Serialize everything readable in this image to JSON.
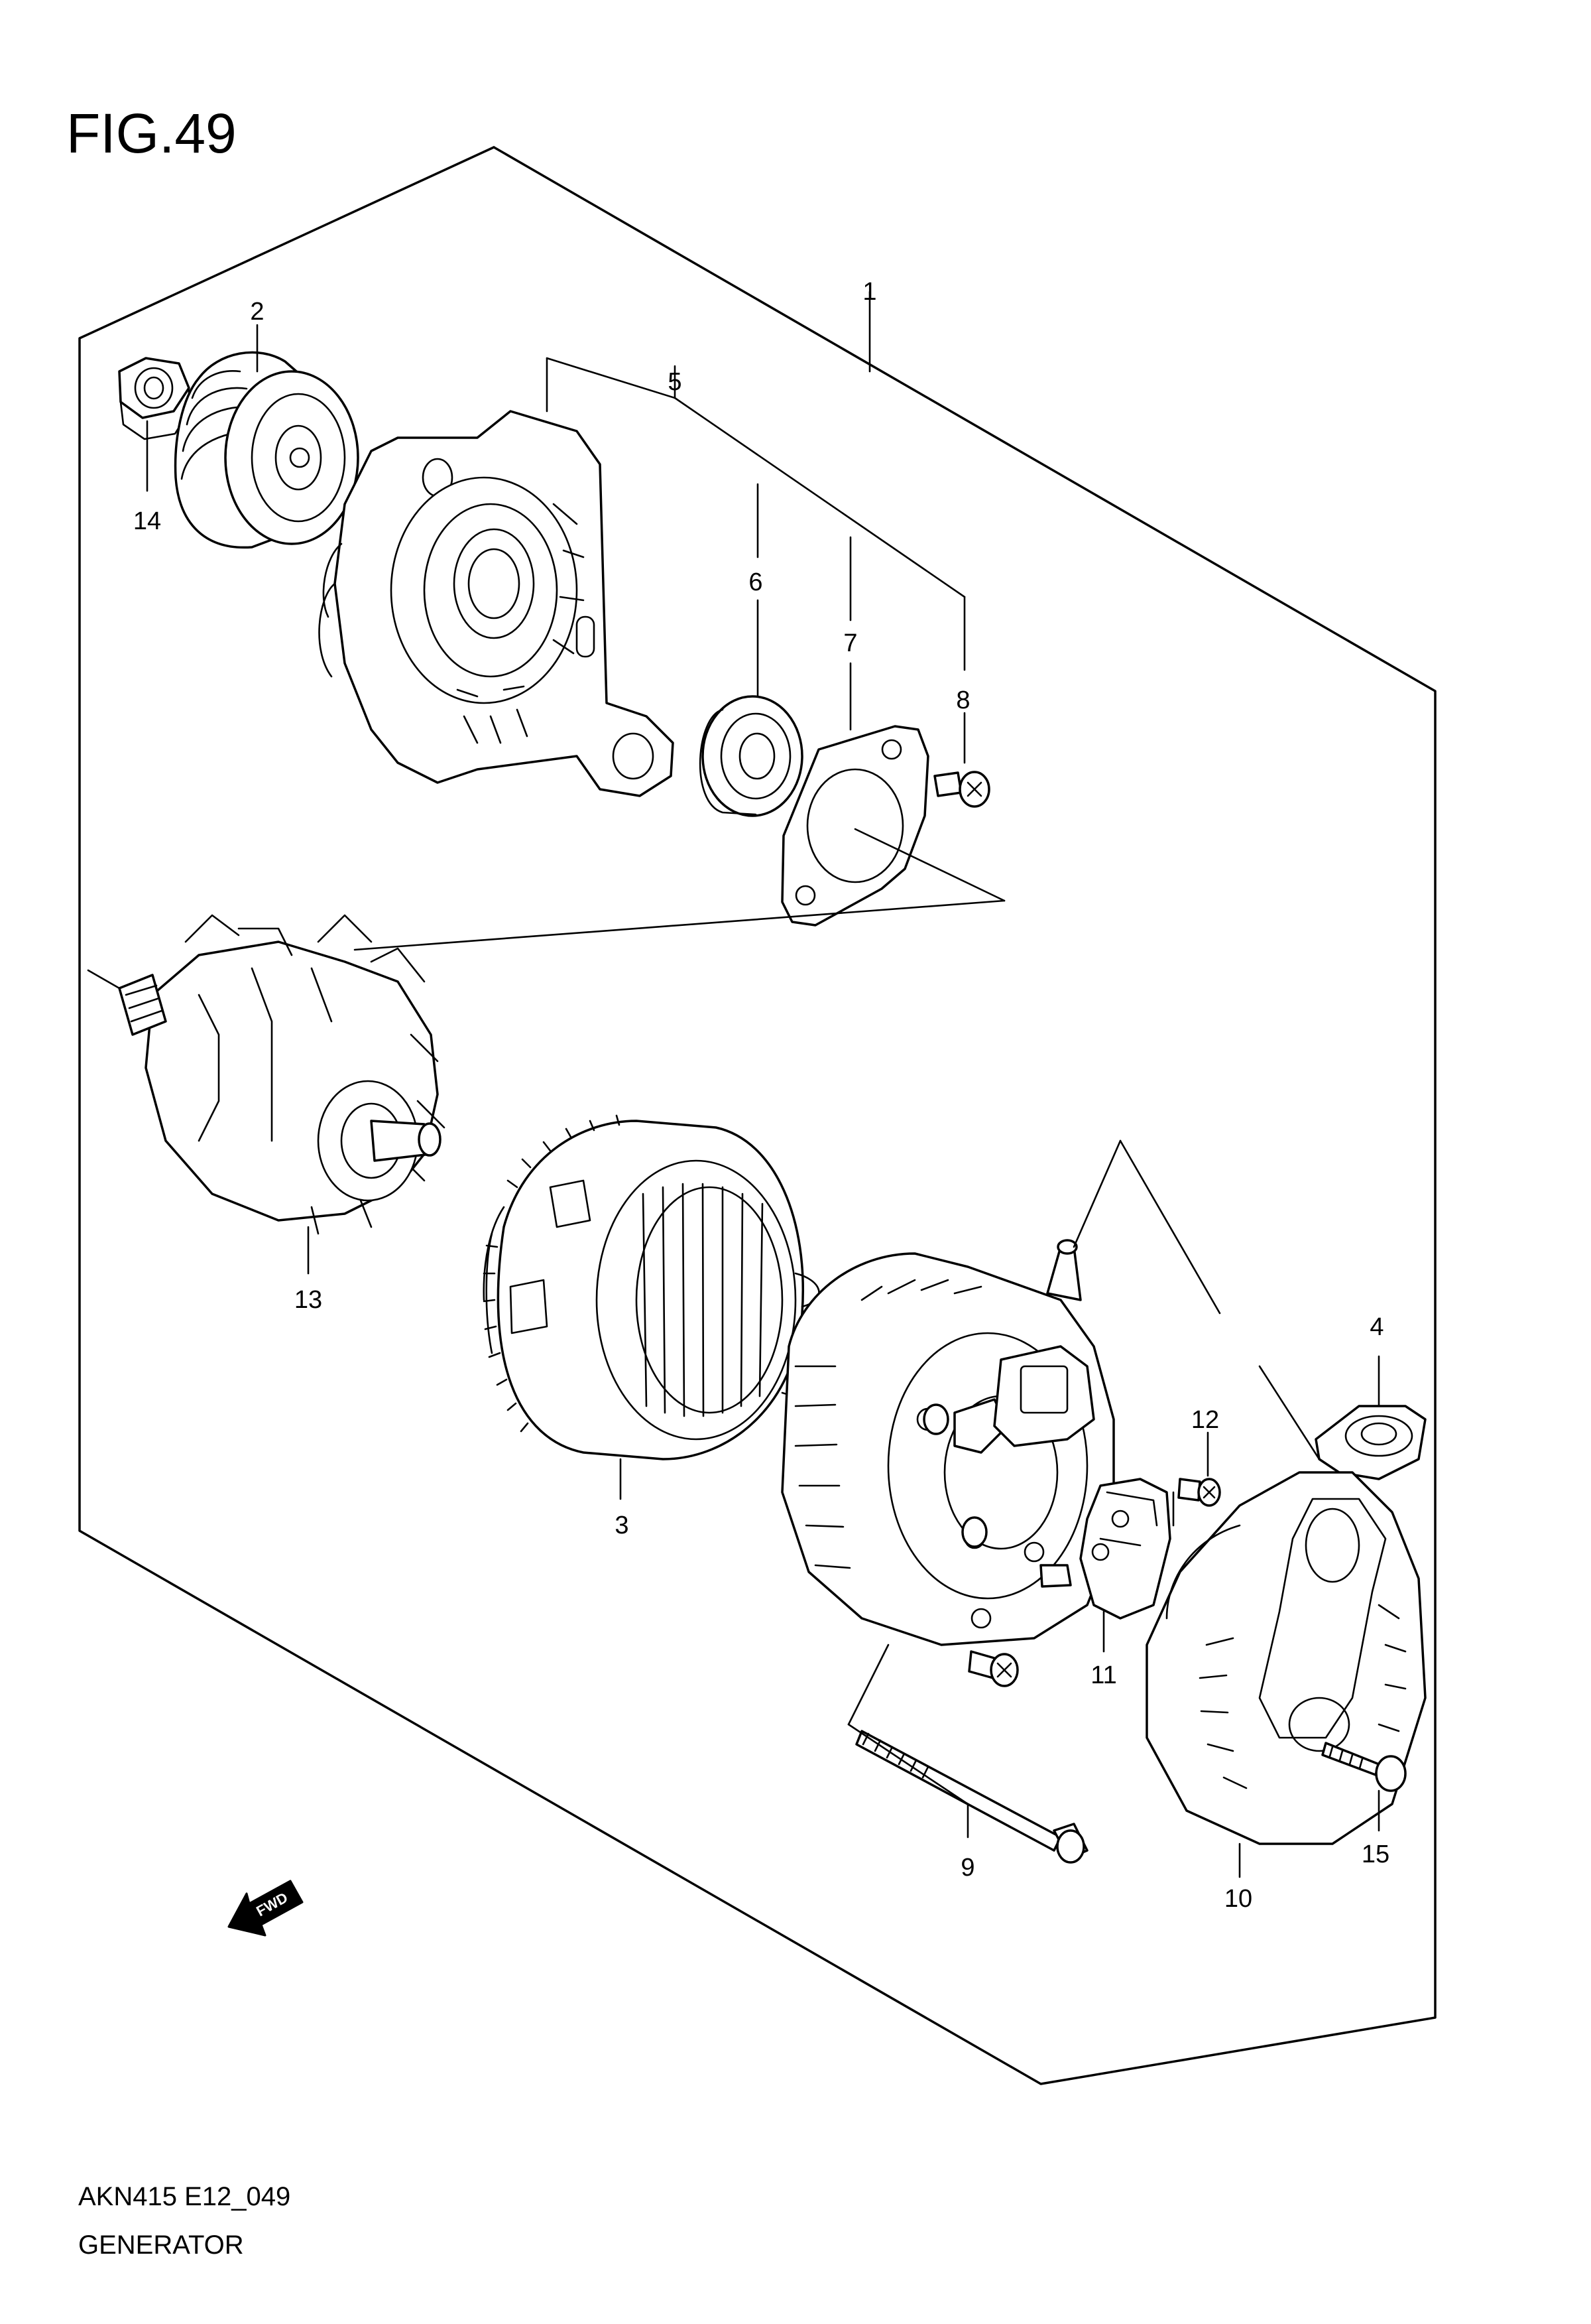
{
  "figure": {
    "title": "FIG.49",
    "code": "AKN415 E12_049",
    "name": "GENERATOR",
    "fwd_label": "FWD"
  },
  "callouts": [
    {
      "id": "1",
      "label": "1"
    },
    {
      "id": "2",
      "label": "2"
    },
    {
      "id": "3",
      "label": "3"
    },
    {
      "id": "4",
      "label": "4"
    },
    {
      "id": "5",
      "label": "5"
    },
    {
      "id": "6",
      "label": "6"
    },
    {
      "id": "7",
      "label": "7"
    },
    {
      "id": "8",
      "label": "8"
    },
    {
      "id": "9",
      "label": "9"
    },
    {
      "id": "10",
      "label": "10"
    },
    {
      "id": "11",
      "label": "11"
    },
    {
      "id": "12",
      "label": "12"
    },
    {
      "id": "13",
      "label": "13"
    },
    {
      "id": "14",
      "label": "14"
    },
    {
      "id": "15",
      "label": "15"
    }
  ],
  "colors": {
    "ink": "#000000",
    "paper": "#ffffff"
  }
}
